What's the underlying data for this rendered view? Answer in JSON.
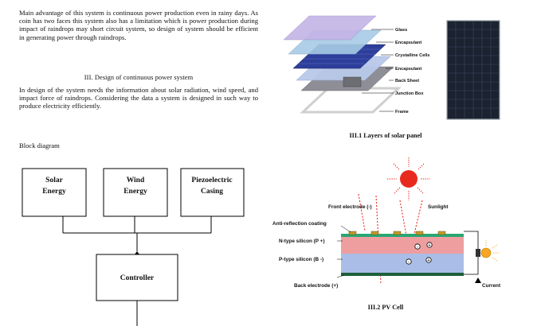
{
  "text": {
    "paragraph1": "Main advantage of this system is continuous power production even in rainy days. As coin has two faces this system also has a limitation which is power production during impact of raindrops may short circuit system, so design of system should be efficient in generating power through raindrops.",
    "section_heading": "III. Design of continuous power system",
    "paragraph2": "In design of the system needs the information about solar radiation, wind speed, and impact force of raindrops. Considering the data a system is designed in such way to produce electricity efficiently.",
    "block_diagram_label": "Block diagram"
  },
  "block_diagram": {
    "solar_line1": "Solar",
    "solar_line2": "Energy",
    "wind_line1": "Wind",
    "wind_line2": "Energy",
    "piezo_line1": "Piezoelectric",
    "piezo_line2": "Casing",
    "controller": "Controller"
  },
  "figure1": {
    "layers": [
      "Glass",
      "Encapsulant",
      "Crystalline Cells",
      "Encapsulant",
      "Back Sheet",
      "Junction Box",
      "Frame"
    ],
    "caption": "III.1 Layers of solar panel"
  },
  "figure2": {
    "front_electrode": "Front electrode (-)",
    "sunlight": "Sunlight",
    "anti_reflection": "Anti-reflection coating",
    "n_type": "N-type silicon (P +)",
    "p_type": "P-type silicon (B -)",
    "back_electrode": "Back electrode (+)",
    "current": "Current",
    "caption": "III.2 PV Cell"
  }
}
